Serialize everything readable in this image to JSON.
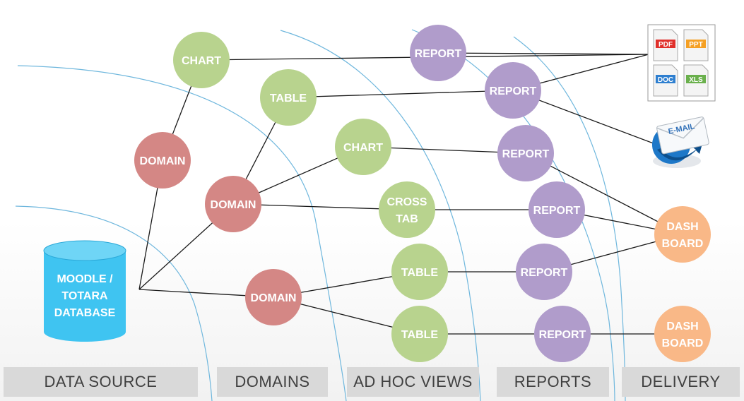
{
  "colors": {
    "domain": "#d48785",
    "chart_table": "#b8d38e",
    "report": "#b09ccb",
    "dashboard": "#f9b887",
    "database": "#3fc4f1",
    "connector": "#1a1a1a",
    "swimlane": "#6fb7dd",
    "footer_bg": "#d9d9d9",
    "footer_text": "#404040"
  },
  "nodes": [
    {
      "id": "chart1",
      "type": "chart_table",
      "lines": [
        "CHART"
      ]
    },
    {
      "id": "domain1",
      "type": "domain",
      "lines": [
        "DOMAIN"
      ]
    },
    {
      "id": "table1",
      "type": "chart_table",
      "lines": [
        "TABLE"
      ]
    },
    {
      "id": "domain2",
      "type": "domain",
      "lines": [
        "DOMAIN"
      ]
    },
    {
      "id": "domain3",
      "type": "domain",
      "lines": [
        "DOMAIN"
      ]
    },
    {
      "id": "chart2",
      "type": "chart_table",
      "lines": [
        "CHART"
      ]
    },
    {
      "id": "crosstab",
      "type": "chart_table",
      "lines": [
        "CROSS",
        "TAB"
      ]
    },
    {
      "id": "table2",
      "type": "chart_table",
      "lines": [
        "TABLE"
      ]
    },
    {
      "id": "table3",
      "type": "chart_table",
      "lines": [
        "TABLE"
      ]
    },
    {
      "id": "report1",
      "type": "report",
      "lines": [
        "REPORT"
      ]
    },
    {
      "id": "report2",
      "type": "report",
      "lines": [
        "REPORT"
      ]
    },
    {
      "id": "report3",
      "type": "report",
      "lines": [
        "REPORT"
      ]
    },
    {
      "id": "report4",
      "type": "report",
      "lines": [
        "REPORT"
      ]
    },
    {
      "id": "report5",
      "type": "report",
      "lines": [
        "REPORT"
      ]
    },
    {
      "id": "report6",
      "type": "report",
      "lines": [
        "REPORT"
      ]
    },
    {
      "id": "dash1",
      "type": "dashboard",
      "lines": [
        "DASH",
        "BOARD"
      ]
    },
    {
      "id": "dash2",
      "type": "dashboard",
      "lines": [
        "DASH",
        "BOARD"
      ]
    }
  ],
  "edges": [
    [
      "chart1",
      "domain1"
    ],
    [
      "chart1",
      "files"
    ],
    [
      "report1",
      "files"
    ],
    [
      "table1",
      "report2"
    ],
    [
      "report2",
      "files"
    ],
    [
      "report2",
      "email"
    ],
    [
      "table1",
      "domain2"
    ],
    [
      "domain2",
      "chart2"
    ],
    [
      "domain2",
      "crosstab"
    ],
    [
      "chart2",
      "report3"
    ],
    [
      "crosstab",
      "report4"
    ],
    [
      "report3",
      "dash1"
    ],
    [
      "report4",
      "dash1"
    ],
    [
      "report5",
      "dash1"
    ],
    [
      "table2",
      "report5"
    ],
    [
      "table3",
      "report6"
    ],
    [
      "report6",
      "dash2"
    ],
    [
      "domain3",
      "table2"
    ],
    [
      "domain3",
      "table3"
    ],
    [
      "database",
      "domain1"
    ],
    [
      "database",
      "domain2"
    ],
    [
      "database",
      "domain3"
    ]
  ],
  "database": {
    "lines": [
      "MOODLE /",
      "TOTARA",
      "DATABASE"
    ]
  },
  "file_types": [
    "PDF",
    "PPT",
    "DOC",
    "XLS"
  ],
  "file_colors": [
    "#e0302b",
    "#f5a024",
    "#2e7fd0",
    "#6ab04c"
  ],
  "email_label": "E-MAIL",
  "footer": {
    "data_source": "DATA SOURCE",
    "domains": "DOMAINS",
    "ad_hoc_views": "AD HOC VIEWS",
    "reports": "REPORTS",
    "delivery": "DELIVERY"
  }
}
